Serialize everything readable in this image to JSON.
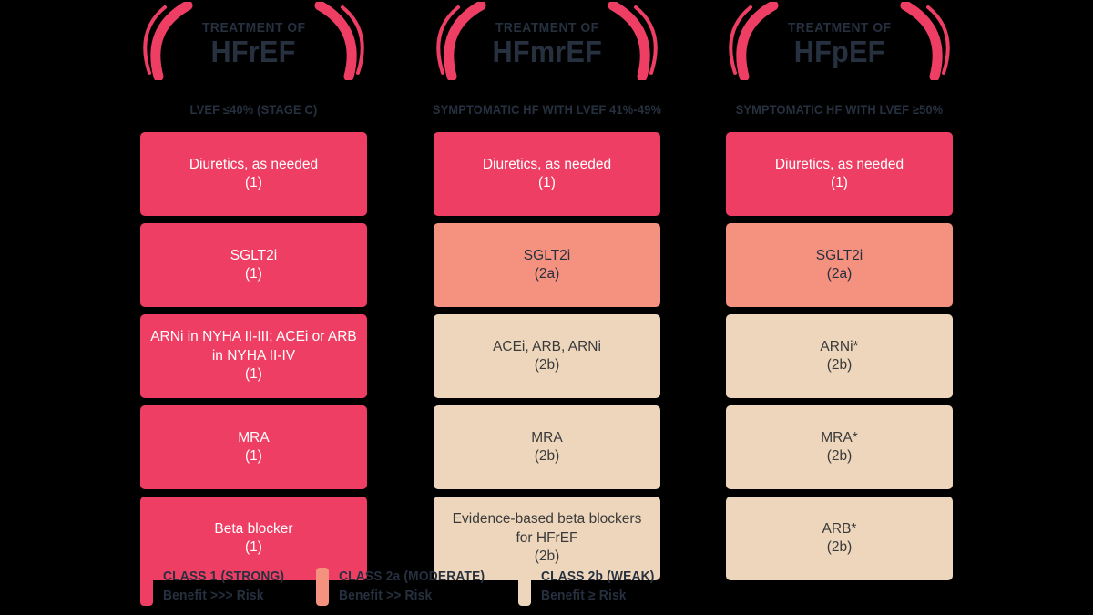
{
  "theme": {
    "background": "#000000",
    "text_dark": "#26303F",
    "class_1_color": "#EF3E63",
    "class_2a_color": "#F4917F",
    "class_2b_color": "#EDD6BC"
  },
  "columns": [
    {
      "banner_kicker": "TREATMENT OF",
      "banner_title": "HFrEF",
      "subtitle": "LVEF ≤40% (STAGE C)",
      "boxes": [
        {
          "label": "Diuretics, as needed",
          "grade": "(1)",
          "class": "class-1"
        },
        {
          "label": "SGLT2i",
          "grade": "(1)",
          "class": "class-1"
        },
        {
          "label": "ARNi in NYHA II-III; ACEi or ARB in NYHA II-IV",
          "grade": "(1)",
          "class": "class-1"
        },
        {
          "label": "MRA",
          "grade": "(1)",
          "class": "class-1"
        },
        {
          "label": "Beta blocker",
          "grade": "(1)",
          "class": "class-1"
        }
      ]
    },
    {
      "banner_kicker": "TREATMENT OF",
      "banner_title": "HFmrEF",
      "subtitle": "SYMPTOMATIC HF WITH LVEF 41%-49%",
      "boxes": [
        {
          "label": "Diuretics, as needed",
          "grade": "(1)",
          "class": "class-1"
        },
        {
          "label": "SGLT2i",
          "grade": "(2a)",
          "class": "class-2a"
        },
        {
          "label": "ACEi, ARB, ARNi",
          "grade": "(2b)",
          "class": "class-2b"
        },
        {
          "label": "MRA",
          "grade": "(2b)",
          "class": "class-2b"
        },
        {
          "label": "Evidence-based beta blockers for HFrEF",
          "grade": "(2b)",
          "class": "class-2b"
        }
      ]
    },
    {
      "banner_kicker": "TREATMENT OF",
      "banner_title": "HFpEF",
      "subtitle": "SYMPTOMATIC HF WITH LVEF ≥50%",
      "boxes": [
        {
          "label": "Diuretics, as needed",
          "grade": "(1)",
          "class": "class-1"
        },
        {
          "label": "SGLT2i",
          "grade": "(2a)",
          "class": "class-2a"
        },
        {
          "label": "ARNi*",
          "grade": "(2b)",
          "class": "class-2b"
        },
        {
          "label": "MRA*",
          "grade": "(2b)",
          "class": "class-2b"
        },
        {
          "label": "ARB*",
          "grade": "(2b)",
          "class": "class-2b"
        }
      ]
    }
  ],
  "legend": [
    {
      "title": "CLASS 1 (STRONG)",
      "sub": "Benefit >>> Risk",
      "class": "class-1"
    },
    {
      "title": "CLASS 2a (MODERATE)",
      "sub": "Benefit >> Risk",
      "class": "class-2a"
    },
    {
      "title": "CLASS 2b (WEAK)",
      "sub": "Benefit ≥ Risk",
      "class": "class-2b"
    }
  ]
}
